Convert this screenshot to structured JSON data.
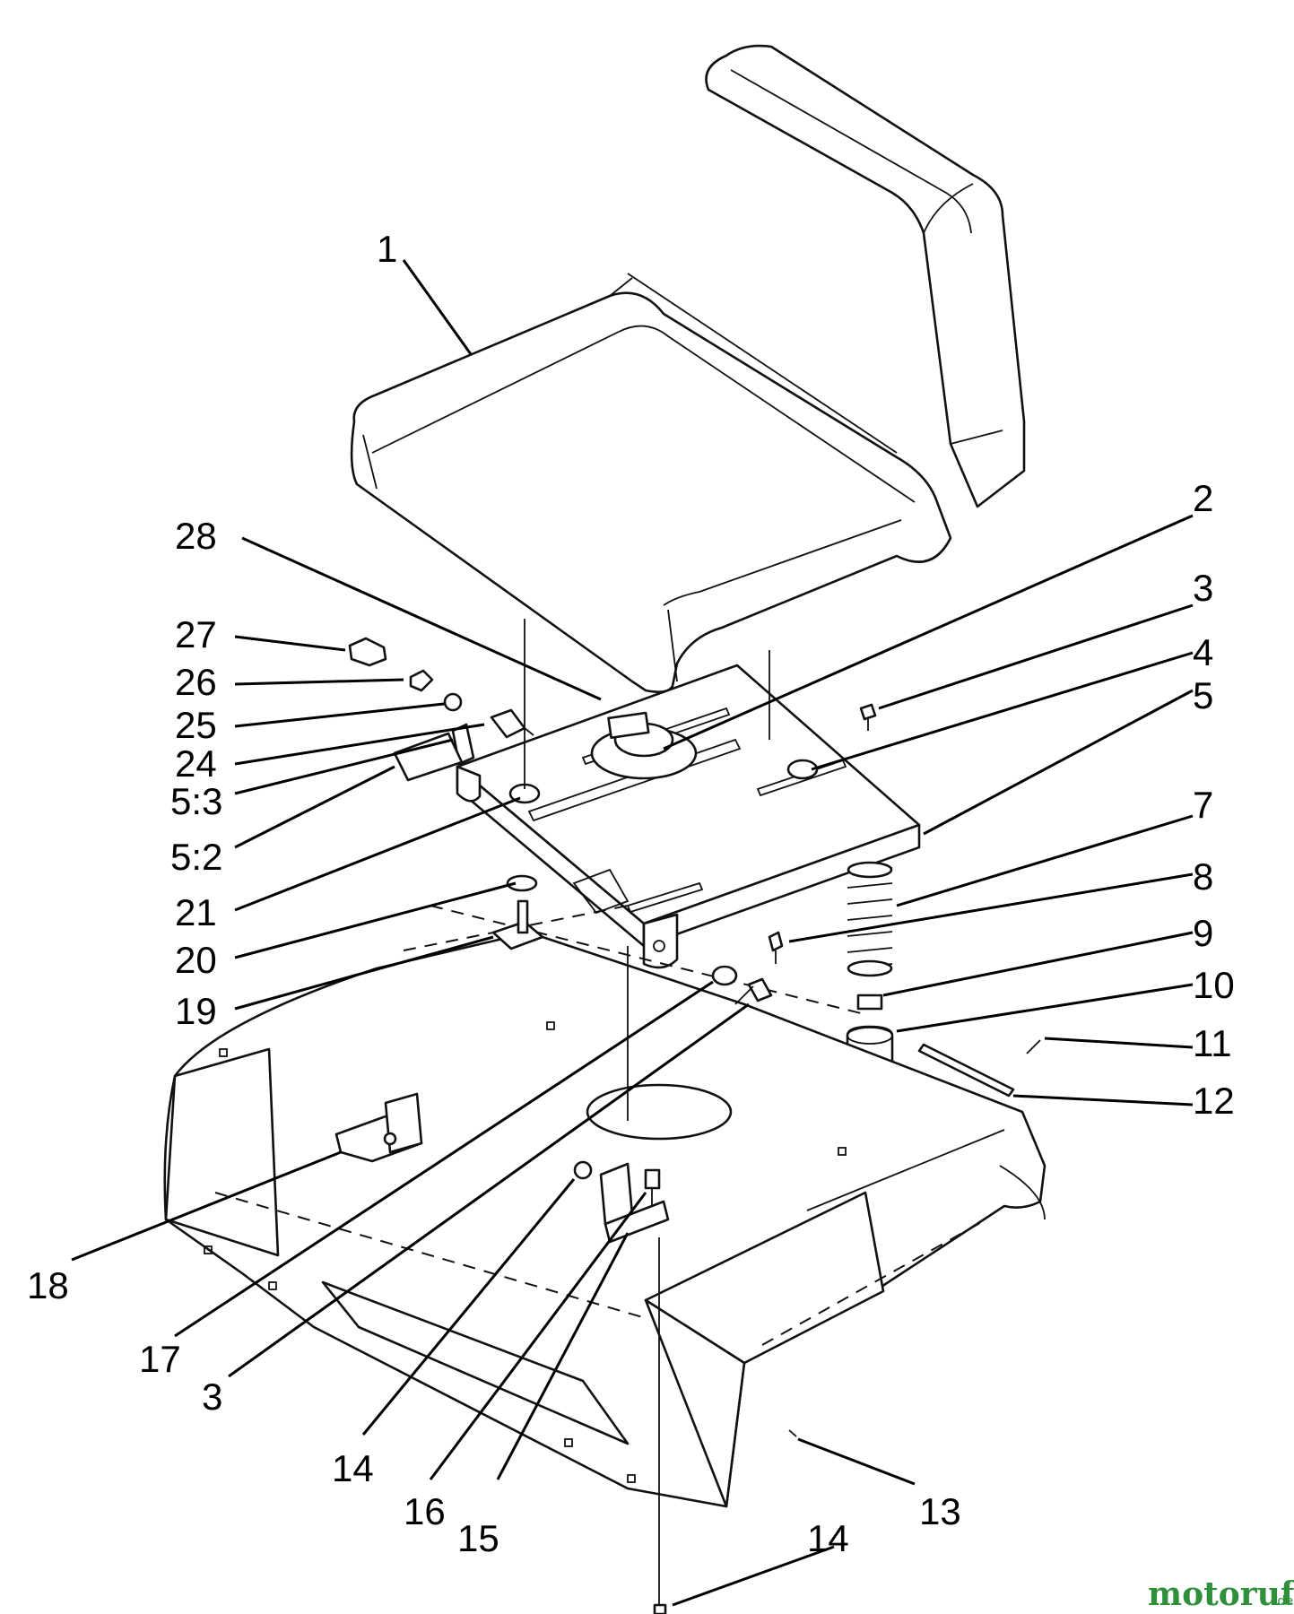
{
  "callouts": [
    {
      "label": "1"
    },
    {
      "label": "2"
    },
    {
      "label": "3"
    },
    {
      "label": "4"
    },
    {
      "label": "5"
    },
    {
      "label": "7"
    },
    {
      "label": "8"
    },
    {
      "label": "9"
    },
    {
      "label": "10"
    },
    {
      "label": "11"
    },
    {
      "label": "12"
    },
    {
      "label": "28"
    },
    {
      "label": "27"
    },
    {
      "label": "26"
    },
    {
      "label": "25"
    },
    {
      "label": "24"
    },
    {
      "label": "5:3"
    },
    {
      "label": "5:2"
    },
    {
      "label": "21"
    },
    {
      "label": "20"
    },
    {
      "label": "19"
    },
    {
      "label": "18"
    },
    {
      "label": "17"
    },
    {
      "label": "3"
    },
    {
      "label": "14"
    },
    {
      "label": "16"
    },
    {
      "label": "15"
    },
    {
      "label": "13"
    },
    {
      "label": "14"
    }
  ],
  "watermark": {
    "brand": "motoruf",
    "tld": ".de"
  }
}
